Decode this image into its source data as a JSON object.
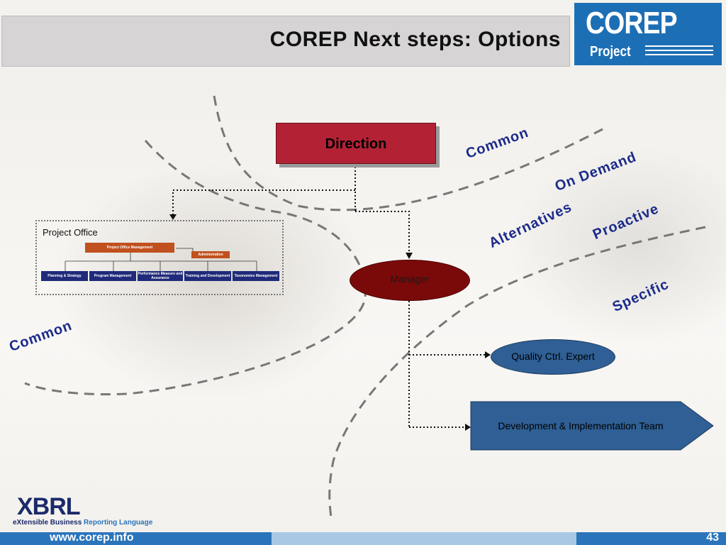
{
  "slide": {
    "title": "COREP Next steps: Options",
    "page_number": "43",
    "footer_url": "www.corep.info"
  },
  "logo": {
    "word": "COREP",
    "sub": "Project"
  },
  "xbrl_logo": {
    "word": "XBRL",
    "tagline_a": "eXtensible Business",
    "tagline_b": "Reporting Language"
  },
  "diagram": {
    "direction": "Direction",
    "project_office": {
      "label": "Project Office",
      "org": {
        "top": "Project Office Management",
        "admin": "Administration",
        "nodes": [
          "Planning & Strategy",
          "Program Management",
          "Performance Measure and Assurance",
          "Training and Development",
          "Taxonomies Management"
        ]
      }
    },
    "manager": "Manager",
    "qc_expert": "Quality Ctrl. Expert",
    "dev_team": "Development & Implementation Team",
    "zones": {
      "common_left": "Common",
      "common_right": "Common",
      "on_demand": "On Demand",
      "alternatives": "Alternatives",
      "proactive": "Proactive",
      "specific": "Specific"
    }
  },
  "colors": {
    "direction": "#b22234",
    "manager": "#7a0a0a",
    "qc": "#2f5f95",
    "dev": "#2f5f95",
    "accent": "#1d6fb5",
    "zone_text": "#1a2a8a"
  }
}
